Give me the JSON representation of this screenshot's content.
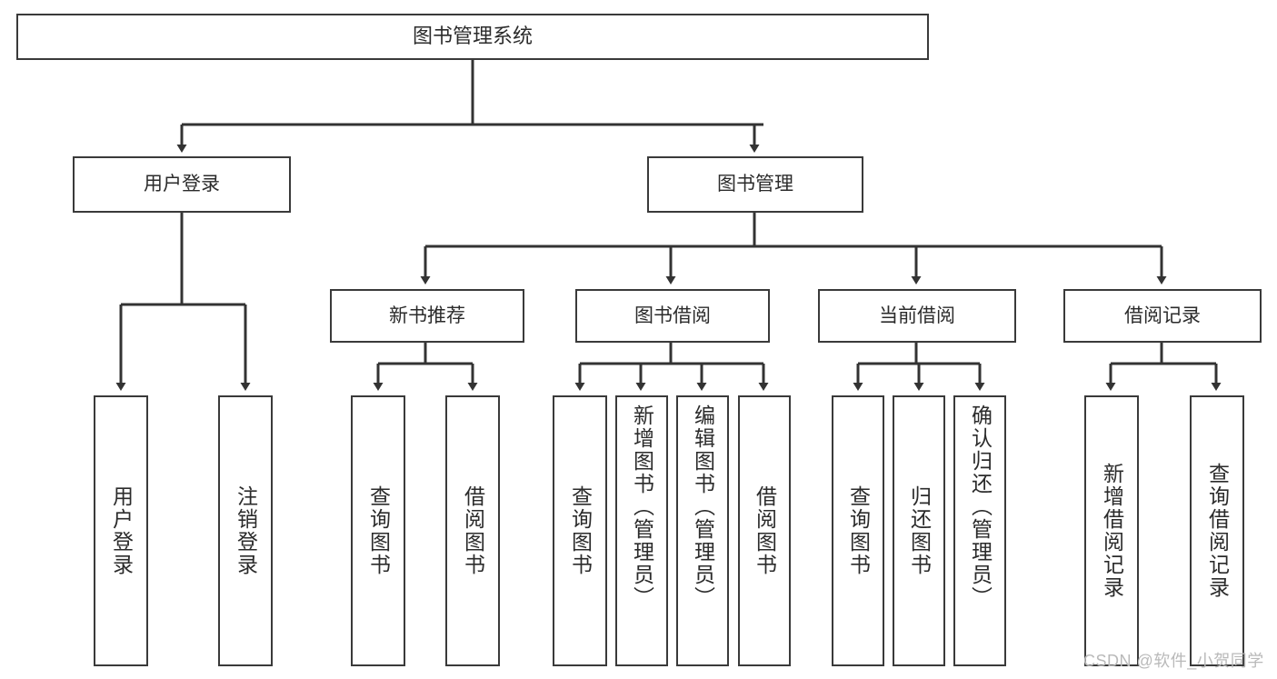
{
  "diagram": {
    "title": "图书管理系统",
    "watermark": "CSDN @软件_小贺同学",
    "colors": {
      "box_border": "#3a3a3a",
      "wire": "#333333",
      "background": "#ffffff",
      "text": "#2b2b2b",
      "watermark": "#b9b9b9"
    },
    "nodes": {
      "root": {
        "label": "图书管理系统"
      },
      "level2": [
        {
          "label": "用户登录"
        },
        {
          "label": "图书管理"
        }
      ],
      "level3": [
        {
          "label": "新书推荐"
        },
        {
          "label": "图书借阅"
        },
        {
          "label": "当前借阅"
        },
        {
          "label": "借阅记录"
        }
      ],
      "leaves_user_login": [
        {
          "label": "用户登录"
        },
        {
          "label": "注销登录"
        }
      ],
      "leaves_new_books": [
        {
          "label": "查询图书"
        },
        {
          "label": "借阅图书"
        }
      ],
      "leaves_borrow": [
        {
          "label": "查询图书"
        },
        {
          "label": "新增图书（管理员）"
        },
        {
          "label": "编辑图书（管理员）"
        },
        {
          "label": "借阅图书"
        }
      ],
      "leaves_current": [
        {
          "label": "查询图书"
        },
        {
          "label": "归还图书"
        },
        {
          "label": "确认归还（管理员）"
        }
      ],
      "leaves_records": [
        {
          "label": "新增借阅记录"
        },
        {
          "label": "查询借阅记录"
        }
      ]
    }
  }
}
